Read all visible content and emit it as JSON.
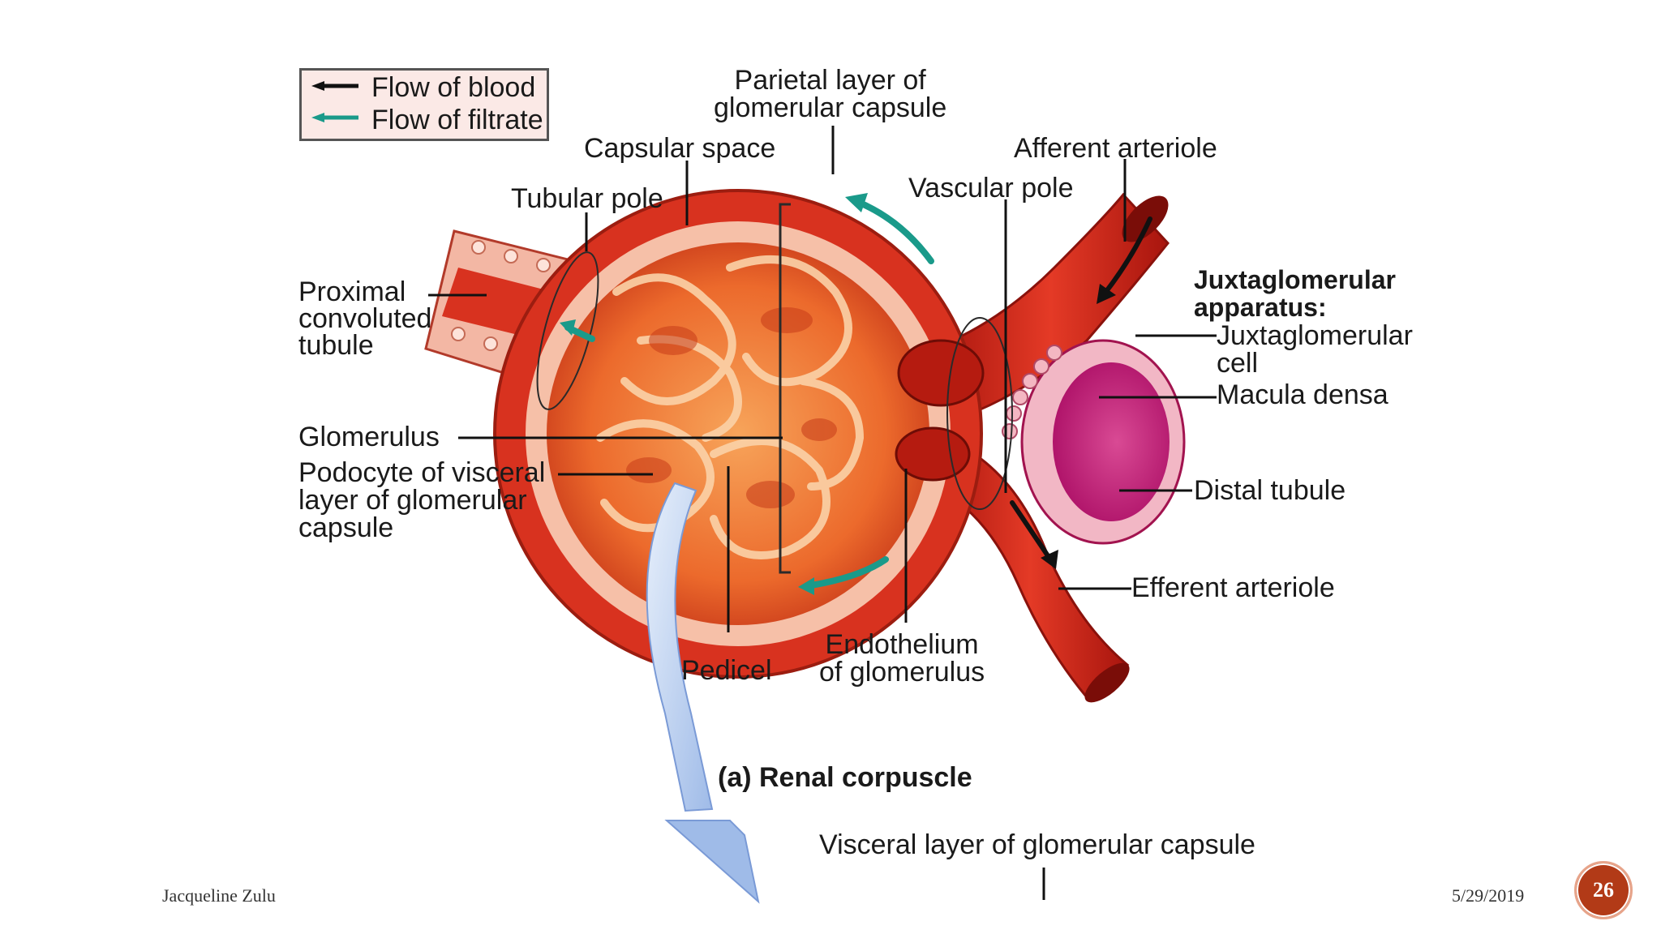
{
  "legend": {
    "items": [
      {
        "label": "Flow of blood",
        "color": "#111111"
      },
      {
        "label": "Flow of filtrate",
        "color": "#1a9a8a"
      }
    ]
  },
  "labels": {
    "parietal": "Parietal layer of\nglomerular capsule",
    "capsular_space": "Capsular space",
    "afferent": "Afferent arteriole",
    "tubular_pole": "Tubular pole",
    "vascular_pole": "Vascular pole",
    "jga_title": "Juxtaglomerular\napparatus:",
    "jg_cell": "Juxtaglomerular\ncell",
    "macula": "Macula densa",
    "proximal": "Proximal\nconvoluted\ntubule",
    "glomerulus": "Glomerulus",
    "podocyte": "Podocyte of visceral\nlayer of glomerular\ncapsule",
    "distal": "Distal tubule",
    "efferent": "Efferent arteriole",
    "endothelium": "Endothelium\nof glomerulus",
    "pedicel": "Pedicel",
    "caption": "(a) Renal corpuscle",
    "visceral": "Visceral layer of glomerular capsule"
  },
  "footer": {
    "author": "Jacqueline Zulu",
    "date": "5/29/2019",
    "page": "26"
  },
  "colors": {
    "capsule": "#d8321f",
    "glomerulus": "#f0803a",
    "vessel": "#c81e14",
    "distal": "#c8287a",
    "filtrate_arrow": "#1a9a8a",
    "callout_arrow": "#9fbbe8"
  }
}
